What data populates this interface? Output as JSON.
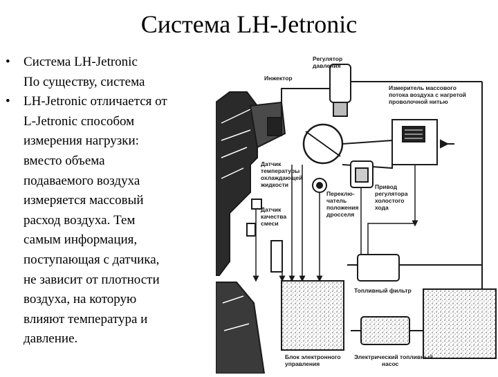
{
  "title": "Система LH-Jetronic",
  "bullets": [
    {
      "lines": [
        "Система LH-Jetronic",
        "По существу, система"
      ]
    },
    {
      "lines": [
        "LH-Jetronic отличается от",
        "L-Jetronic способом",
        "измерения нагрузки:",
        "вместо объема",
        "подаваемого воздуха",
        "измеряется массовый",
        "расход воздуха. Тем",
        "самым информация,",
        "поступающая с датчика,",
        "не зависит от плотности",
        "воздуха, на которую",
        "влияют температура и",
        "давление."
      ]
    }
  ],
  "bullet_symbol": "•",
  "diagram": {
    "labels": {
      "pressure_regulator": [
        "Регулятор",
        "давления"
      ],
      "injector": [
        "Инжектор"
      ],
      "air_mass_meter": [
        "Измеритель массового",
        "потока воздуха с нагретой",
        "проволочной нитью"
      ],
      "coolant_temp_sensor": [
        "Датчик",
        "температуры",
        "охлаждающей",
        "жидкости"
      ],
      "throttle_switch": [
        "Переклю-",
        "чатель",
        "положения",
        "дросселя"
      ],
      "idle_valve": [
        "Привод",
        "регулятора",
        "холостого",
        "хода"
      ],
      "oxygen_sensor": [
        "Датчик",
        "качества",
        "смеси"
      ],
      "fuel_filter": [
        "Топливный фильтр"
      ],
      "ecu": [
        "Блок электронного",
        "управления"
      ],
      "fuel_pump": [
        "Электрический топливный",
        "насос"
      ]
    },
    "colors": {
      "ink": "#1a1a1a",
      "background": "#ffffff"
    }
  }
}
